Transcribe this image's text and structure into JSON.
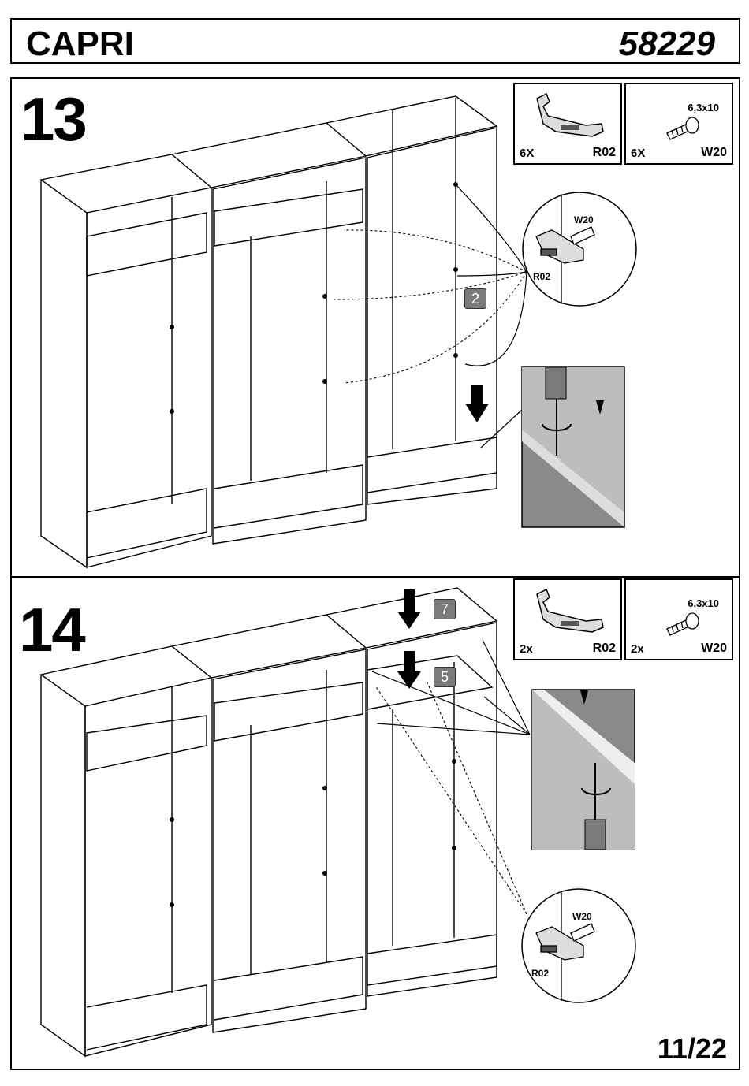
{
  "header": {
    "title": "CAPRI",
    "code": "58229"
  },
  "step13": {
    "number": "13",
    "parts": [
      {
        "qty": "6X",
        "code": "R02",
        "size": ""
      },
      {
        "qty": "6X",
        "code": "W20",
        "size": "6,3x10"
      }
    ],
    "callout_labels": {
      "w20": "W20",
      "r02": "R02"
    },
    "badge": "2"
  },
  "step14": {
    "number": "14",
    "parts": [
      {
        "qty": "2x",
        "code": "R02",
        "size": ""
      },
      {
        "qty": "2x",
        "code": "W20",
        "size": "6,3x10"
      }
    ],
    "callout_labels": {
      "w20": "W20",
      "r02": "R02"
    },
    "badges": [
      "7",
      "5"
    ]
  },
  "page": "11/22"
}
